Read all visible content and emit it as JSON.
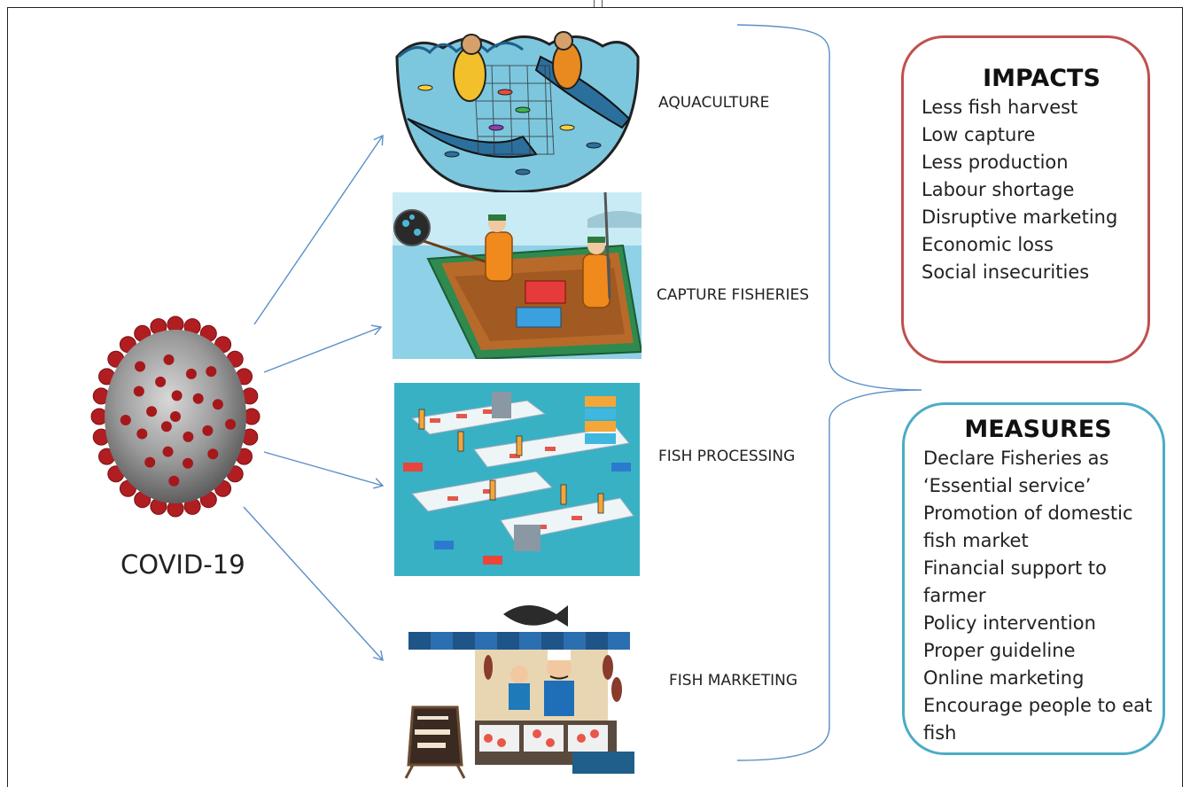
{
  "center_label": "COVID-19",
  "sectors": [
    {
      "label": "AQUACULTURE",
      "image_icon": "fishermen-net-boat-illustration"
    },
    {
      "label": "CAPTURE FISHERIES",
      "image_icon": "fishing-boat-crew-illustration"
    },
    {
      "label": "FISH PROCESSING",
      "image_icon": "fish-processing-factory-illustration"
    },
    {
      "label": "FISH MARKETING",
      "image_icon": "fish-market-stall-illustration"
    }
  ],
  "impacts": {
    "title": "IMPACTS",
    "items": [
      "Less fish harvest",
      "Low capture",
      "Less production",
      "Labour shortage",
      "Disruptive marketing",
      "Economic loss",
      "Social insecurities"
    ]
  },
  "measures": {
    "title": "MEASURES",
    "items": [
      "Declare  Fisheries as",
      "‘Essential service’",
      "Promotion of domestic",
      "fish market",
      "Financial support to",
      "farmer",
      "Policy intervention",
      "Proper guideline",
      "Online marketing",
      "Encourage people to eat",
      "fish"
    ]
  },
  "colors": {
    "impacts_border": "#c0504d",
    "measures_border": "#4bacc6",
    "arrow": "#5b8fc7",
    "virus_spike": "#b01e22",
    "virus_body": "#9a9a9a"
  }
}
